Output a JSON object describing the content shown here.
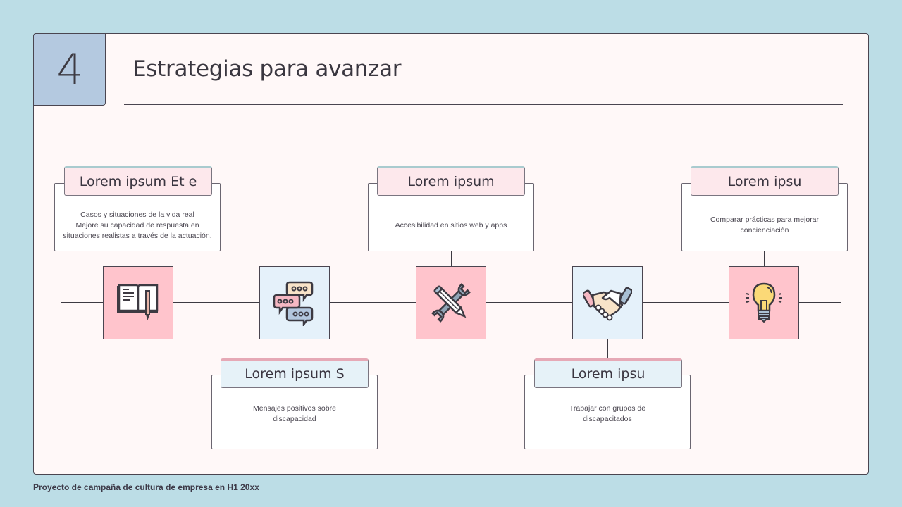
{
  "slide": {
    "number": "4",
    "title": "Estrategias para avanzar",
    "footer": "Proyecto de campaña de cultura de empresa en H1 20xx"
  },
  "colors": {
    "background": "#bcdde6",
    "card": "#fff8f8",
    "number_box": "#b4c9e0",
    "icon_pink": "#ffc4cc",
    "icon_blue": "#e5f1fa",
    "tab_pink": "#fde8ec",
    "tab_blue": "#e6f2f8"
  },
  "steps": [
    {
      "title": "Lorem ipsum Et e",
      "icon": "open-book-pencil-icon",
      "position": "top",
      "lines": [
        "Casos y situaciones de la vida real",
        "Mejore su capacidad de respuesta en",
        "situaciones realistas a través de la actuación."
      ]
    },
    {
      "title": "Lorem ipsum S",
      "icon": "chat-bubbles-icon",
      "position": "bottom",
      "lines": [
        "Mensajes positivos sobre",
        "discapacidad"
      ]
    },
    {
      "title": "Lorem ipsum",
      "icon": "wrench-pencil-icon",
      "position": "top",
      "lines": [
        "Accesibilidad en sitios web y apps"
      ]
    },
    {
      "title": "Lorem ipsu",
      "icon": "handshake-icon",
      "position": "bottom",
      "lines": [
        "Trabajar con grupos de",
        "discapacitados"
      ]
    },
    {
      "title": "Lorem ipsu",
      "icon": "lightbulb-icon",
      "position": "top",
      "lines": [
        "Comparar prácticas para mejorar",
        "concienciación"
      ]
    }
  ]
}
